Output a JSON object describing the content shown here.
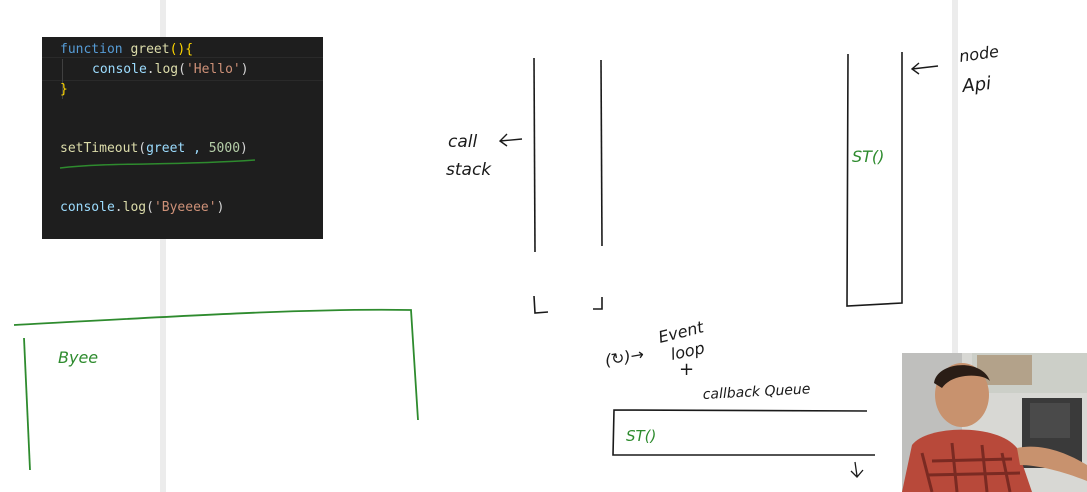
{
  "code": {
    "line1": {
      "kw": "function",
      "fn": "greet",
      "paren": "()",
      "brace": "{"
    },
    "line2": {
      "obj": "console",
      "dot": ".",
      "fn": "log",
      "open": "(",
      "str": "'Hello'",
      "close": ")"
    },
    "line3": {
      "brace": "}"
    },
    "line4": {
      "fn": "setTimeout",
      "open": "(",
      "arg": "greet , ",
      "num": "5000",
      "close": ")"
    },
    "line5": {
      "obj": "console",
      "dot": ".",
      "fn": "log",
      "open": "(",
      "str": "'Byeeee'",
      "close": ")"
    }
  },
  "annotations": {
    "call_stack_line1": "call",
    "call_stack_line2": "stack",
    "node_api_line1": "node",
    "node_api_line2": "Api",
    "node_api_item": "ST()",
    "event_loop_prefix": "(↻)→",
    "event_loop_line1": "Event",
    "event_loop_line2": "loop",
    "plus": "+",
    "callback_queue": "callback Queue",
    "queue_item": "ST()",
    "console_output": "Byee"
  },
  "colors": {
    "ink_black": "#1a1a1a",
    "ink_green": "#2e8b2e",
    "code_bg": "#1e1e1e"
  }
}
